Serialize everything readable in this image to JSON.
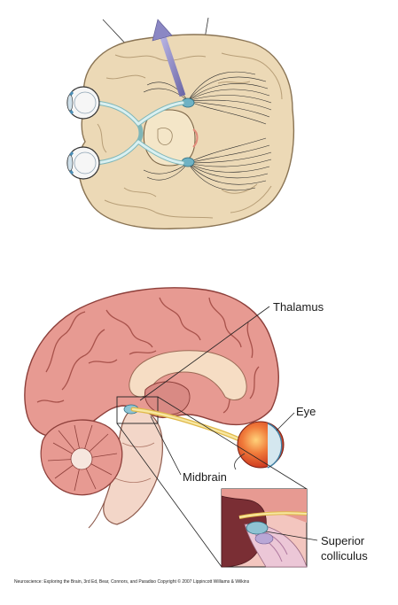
{
  "labels": {
    "thalamus": "Thalamus",
    "eye": "Eye",
    "midbrain": "Midbrain",
    "superior_colliculus_line1": "Superior",
    "superior_colliculus_line2": "colliculus"
  },
  "credit": "Neuroscience: Exploring the Brain, 3rd Ed, Bear, Connors, and Paradiso Copyright © 2007 Lippincott Williams & Wilkins",
  "colors": {
    "brain_top": "#ecd9b6",
    "brain_top_stroke": "#8a7454",
    "brain_sagittal": "#e79a92",
    "brain_sagittal_stroke": "#8d3f3a",
    "visual_pathway": "#cfe9ea",
    "pathway_yellow": "#f2d774",
    "colliculus_blue": "#8fc3d3",
    "eye_red": "#e6432a",
    "arrow_purple": "#8b87c4"
  }
}
